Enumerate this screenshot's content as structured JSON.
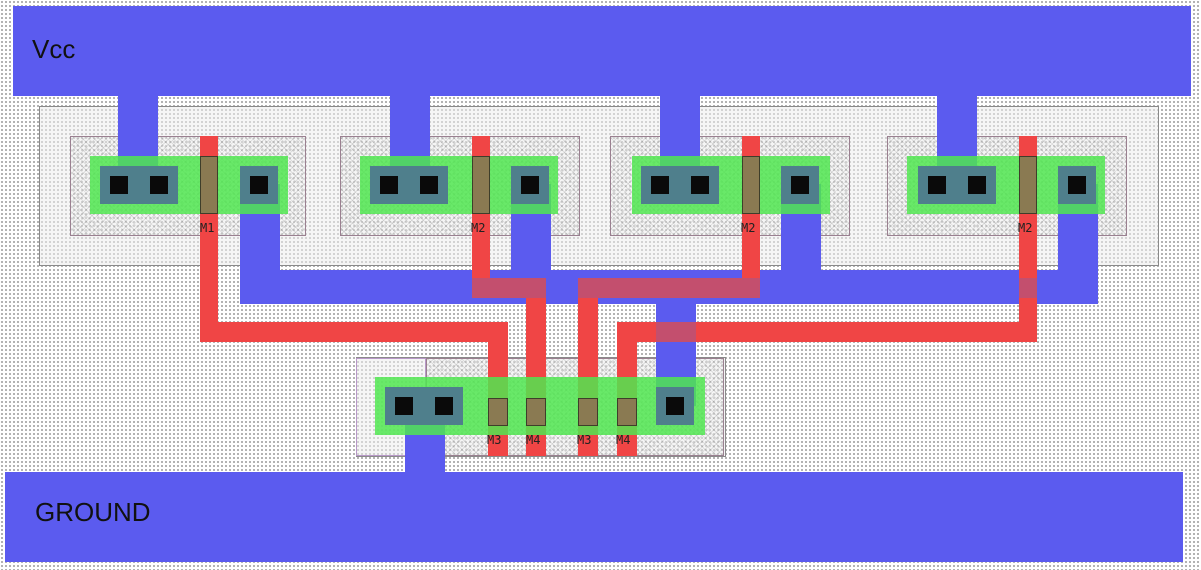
{
  "rails": {
    "vcc_label": "Vcc",
    "ground_label": "GROUND"
  },
  "transistor_labels": {
    "top": [
      "M1",
      "M2",
      "M2",
      "M2"
    ],
    "bottom": [
      "M3",
      "M4",
      "M3",
      "M4"
    ]
  },
  "colors": {
    "metal": "#5b5bef",
    "poly": "#f04545",
    "active": "#50e650",
    "contact": "#0a0a0a",
    "gate": "#8a7a52"
  }
}
